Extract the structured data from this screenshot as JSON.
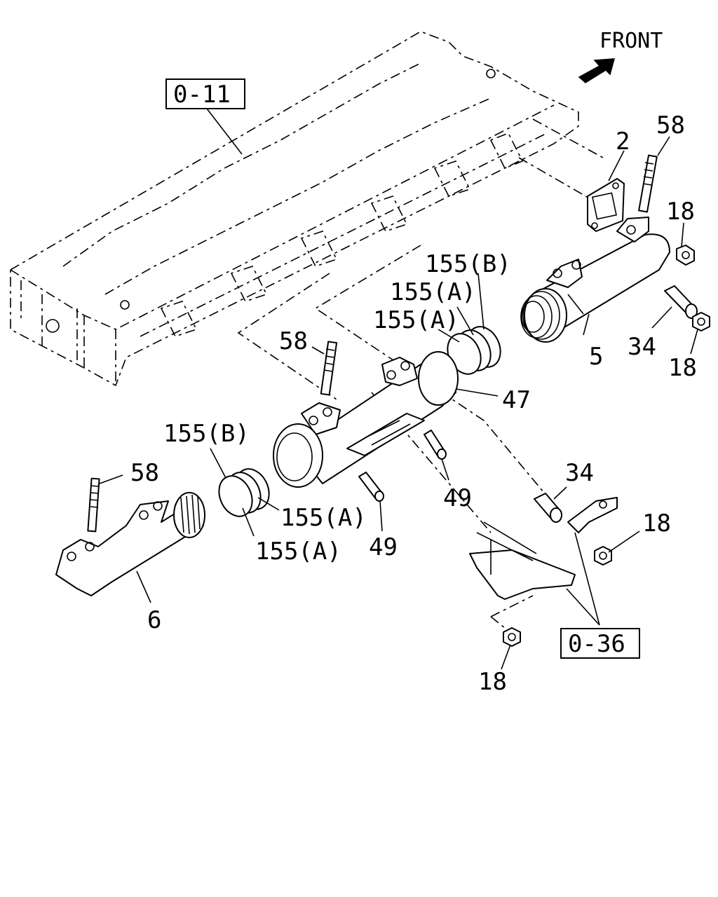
{
  "orientation": {
    "label": "FRONT",
    "icon": "front-direction-arrow-icon"
  },
  "references": [
    {
      "id": "ref-cylinder-head",
      "text": "0-11"
    },
    {
      "id": "ref-bracket",
      "text": "0-36"
    }
  ],
  "callouts": {
    "gasket": "2",
    "stud_right": "58",
    "nut_top_right": "18",
    "ring_b_right": "155(B)",
    "ring_a_right_1": "155(A)",
    "ring_a_right_2": "155(A)",
    "pipe_front": "5",
    "collar_right": "34",
    "nut_right_lower": "18",
    "stud_center": "58",
    "center_pipe": "47",
    "ring_b_left": "155(B)",
    "stud_left": "58",
    "ring_a_left_1": "155(A)",
    "ring_a_left_2": "155(A)",
    "stud_49_right": "49",
    "stud_49_left": "49",
    "collar_center": "34",
    "nut_bracket": "18",
    "pipe_rear": "6",
    "nut_bottom": "18"
  },
  "colors": {
    "line": "#000000",
    "background": "#ffffff"
  }
}
